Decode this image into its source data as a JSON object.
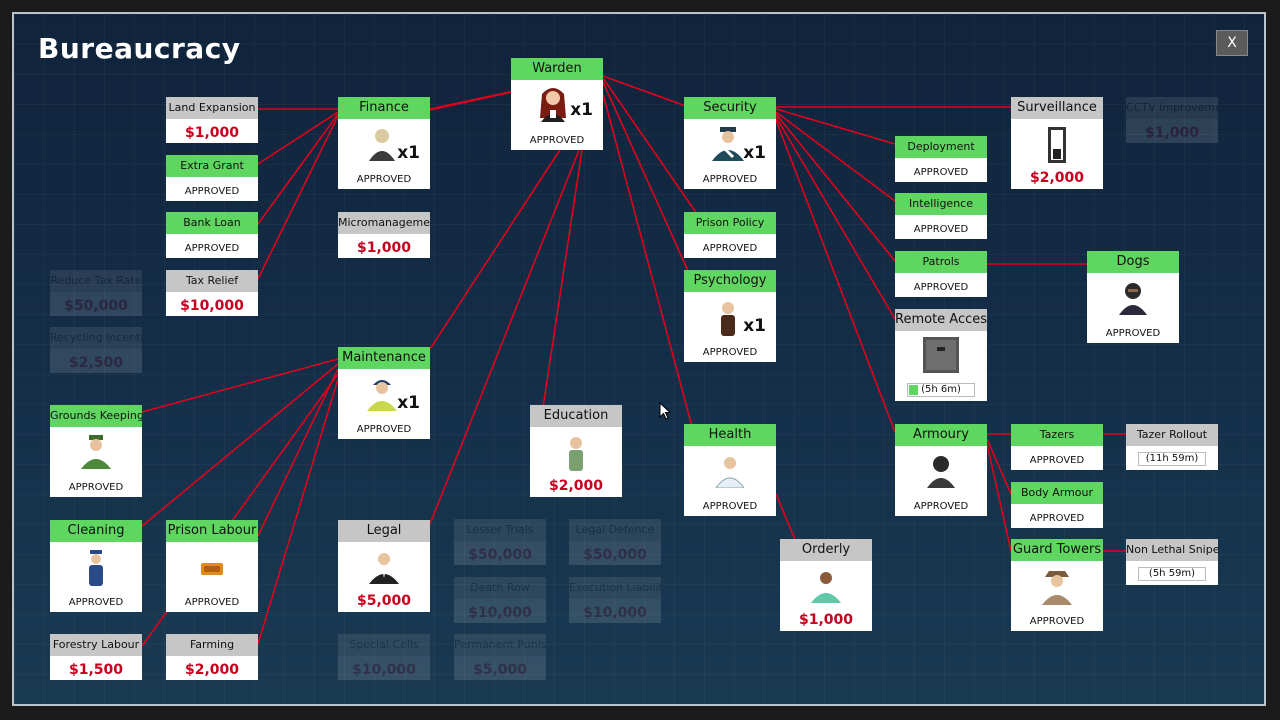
{
  "title": "Bureaucracy",
  "close_label": "X",
  "nodes": {
    "warden": {
      "label": "Warden",
      "mult": "x1",
      "status": "APPROVED"
    },
    "finance": {
      "label": "Finance",
      "mult": "x1",
      "status": "APPROVED"
    },
    "security": {
      "label": "Security",
      "mult": "x1",
      "status": "APPROVED"
    },
    "land_expansion": {
      "label": "Land Expansion",
      "price": "$1,000"
    },
    "extra_grant": {
      "label": "Extra Grant",
      "status": "APPROVED"
    },
    "bank_loan": {
      "label": "Bank Loan",
      "status": "APPROVED"
    },
    "tax_relief": {
      "label": "Tax Relief",
      "price": "$10,000"
    },
    "micromanagement": {
      "label": "Micromanagement",
      "price": "$1,000"
    },
    "maintenance": {
      "label": "Maintenance",
      "mult": "x1",
      "status": "APPROVED"
    },
    "grounds_keeping": {
      "label": "Grounds Keeping",
      "status": "APPROVED"
    },
    "cleaning": {
      "label": "Cleaning",
      "status": "APPROVED"
    },
    "prison_labour": {
      "label": "Prison Labour",
      "status": "APPROVED"
    },
    "forestry_labour": {
      "label": "Forestry Labour",
      "price": "$1,500"
    },
    "farming": {
      "label": "Farming",
      "price": "$2,000"
    },
    "legal": {
      "label": "Legal",
      "price": "$5,000"
    },
    "education": {
      "label": "Education",
      "price": "$2,000"
    },
    "prison_policy": {
      "label": "Prison Policy",
      "status": "APPROVED"
    },
    "psychology": {
      "label": "Psychology",
      "mult": "x1",
      "status": "APPROVED"
    },
    "health": {
      "label": "Health",
      "status": "APPROVED"
    },
    "orderly": {
      "label": "Orderly",
      "price": "$1,000"
    },
    "deployment": {
      "label": "Deployment",
      "status": "APPROVED"
    },
    "intelligence": {
      "label": "Intelligence",
      "status": "APPROVED"
    },
    "patrols": {
      "label": "Patrols",
      "status": "APPROVED"
    },
    "remote_access": {
      "label": "Remote Access",
      "timer": "(5h  6m)"
    },
    "surveillance": {
      "label": "Surveillance",
      "price": "$2,000"
    },
    "dogs": {
      "label": "Dogs",
      "status": "APPROVED"
    },
    "armoury": {
      "label": "Armoury",
      "status": "APPROVED"
    },
    "tazers": {
      "label": "Tazers",
      "status": "APPROVED"
    },
    "tazer_rollout": {
      "label": "Tazer Rollout",
      "timer": "(11h 59m)"
    },
    "body_armour": {
      "label": "Body Armour",
      "status": "APPROVED"
    },
    "guard_towers": {
      "label": "Guard Towers",
      "status": "APPROVED"
    },
    "non_lethal_sniper": {
      "label": "Non Lethal Sniper",
      "timer": "(5h 59m)"
    }
  },
  "locked": {
    "cctv": {
      "label": "CCTV Improvement",
      "price": "$1,000"
    },
    "reduce_tax": {
      "label": "Reduce Tax Rate",
      "price": "$50,000"
    },
    "recycling": {
      "label": "Recycling Incentive",
      "price": "$2,500"
    },
    "lesser_trials": {
      "label": "Lesser Trials",
      "price": "$50,000"
    },
    "legal_defence": {
      "label": "Legal Defence",
      "price": "$50,000"
    },
    "death_row": {
      "label": "Death Row",
      "price": "$10,000"
    },
    "execution_liability": {
      "label": "Execution Liability",
      "price": "$10,000"
    },
    "special_cells": {
      "label": "Special Cells",
      "price": "$10,000"
    },
    "permanent_punishment": {
      "label": "Permanent Punishment",
      "price": "$5,000"
    }
  },
  "colors": {
    "approved_header": "#5fd65f",
    "unresearched_header": "#c6c6c6",
    "price": "#c8001e",
    "link": "#e0001b",
    "background": "#15304a"
  }
}
